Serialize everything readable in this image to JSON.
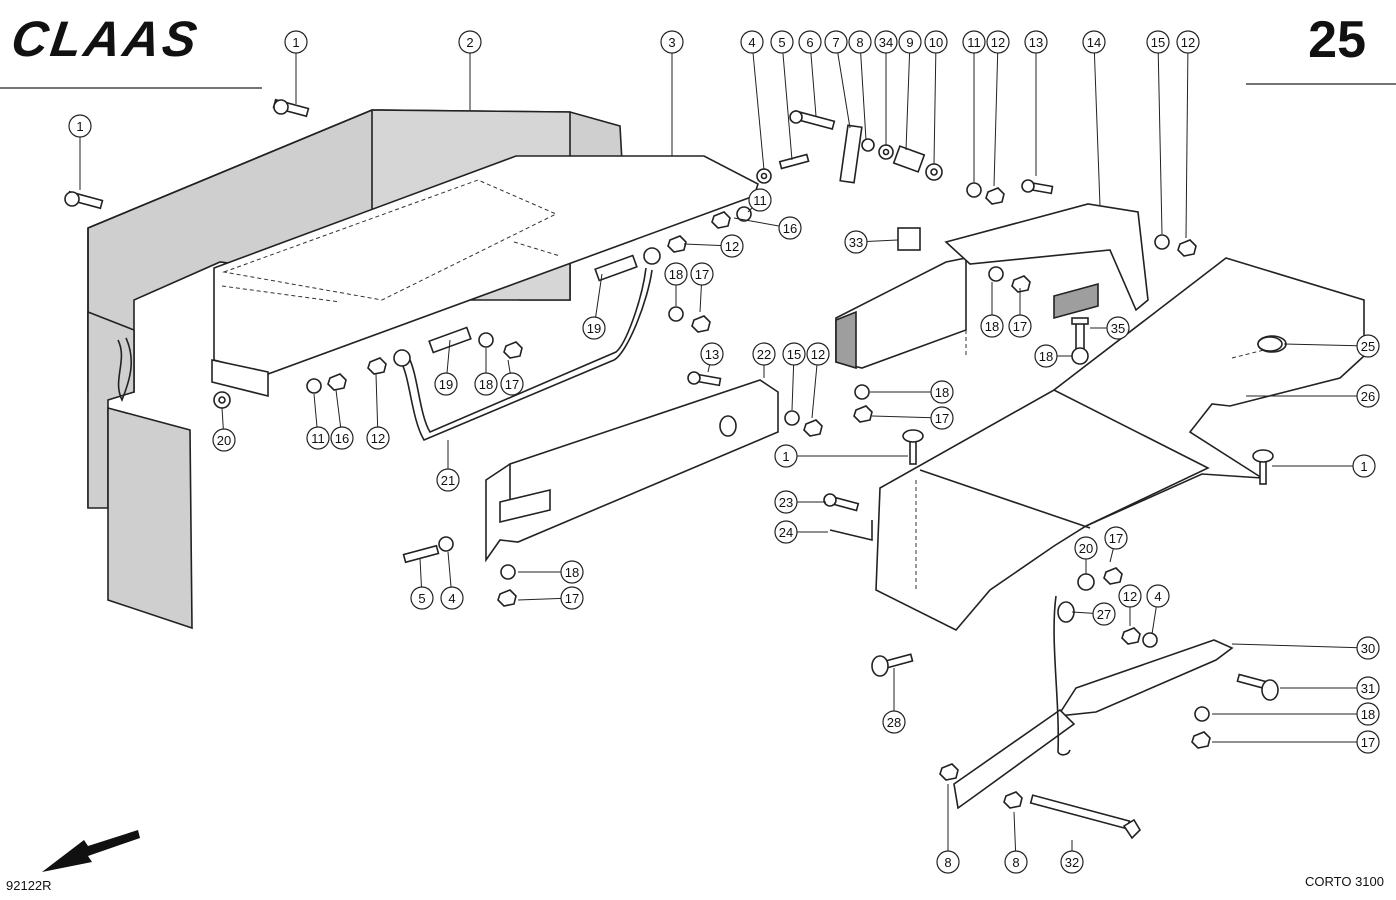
{
  "header": {
    "brand": "CLAAS",
    "page_number": "25"
  },
  "footer": {
    "drawing_ref": "92122R",
    "model": "CORTO 3100"
  },
  "callouts": [
    {
      "n": "1"
    },
    {
      "n": "2"
    },
    {
      "n": "3"
    },
    {
      "n": "4"
    },
    {
      "n": "5"
    },
    {
      "n": "6"
    },
    {
      "n": "7"
    },
    {
      "n": "8"
    },
    {
      "n": "34"
    },
    {
      "n": "9"
    },
    {
      "n": "10"
    },
    {
      "n": "11"
    },
    {
      "n": "12"
    },
    {
      "n": "13"
    },
    {
      "n": "14"
    },
    {
      "n": "15"
    },
    {
      "n": "12"
    },
    {
      "n": "1"
    },
    {
      "n": "11"
    },
    {
      "n": "16"
    },
    {
      "n": "12"
    },
    {
      "n": "33"
    },
    {
      "n": "18"
    },
    {
      "n": "17"
    },
    {
      "n": "18"
    },
    {
      "n": "17"
    },
    {
      "n": "19"
    },
    {
      "n": "35"
    },
    {
      "n": "25"
    },
    {
      "n": "19"
    },
    {
      "n": "18"
    },
    {
      "n": "17"
    },
    {
      "n": "18"
    },
    {
      "n": "13"
    },
    {
      "n": "22"
    },
    {
      "n": "15"
    },
    {
      "n": "12"
    },
    {
      "n": "18"
    },
    {
      "n": "26"
    },
    {
      "n": "20"
    },
    {
      "n": "11"
    },
    {
      "n": "16"
    },
    {
      "n": "12"
    },
    {
      "n": "17"
    },
    {
      "n": "1"
    },
    {
      "n": "1"
    },
    {
      "n": "21"
    },
    {
      "n": "23"
    },
    {
      "n": "24"
    },
    {
      "n": "17"
    },
    {
      "n": "20"
    },
    {
      "n": "18"
    },
    {
      "n": "5"
    },
    {
      "n": "4"
    },
    {
      "n": "17"
    },
    {
      "n": "27"
    },
    {
      "n": "12"
    },
    {
      "n": "4"
    },
    {
      "n": "30"
    },
    {
      "n": "31"
    },
    {
      "n": "28"
    },
    {
      "n": "18"
    },
    {
      "n": "17"
    },
    {
      "n": "8"
    },
    {
      "n": "8"
    },
    {
      "n": "32"
    }
  ]
}
